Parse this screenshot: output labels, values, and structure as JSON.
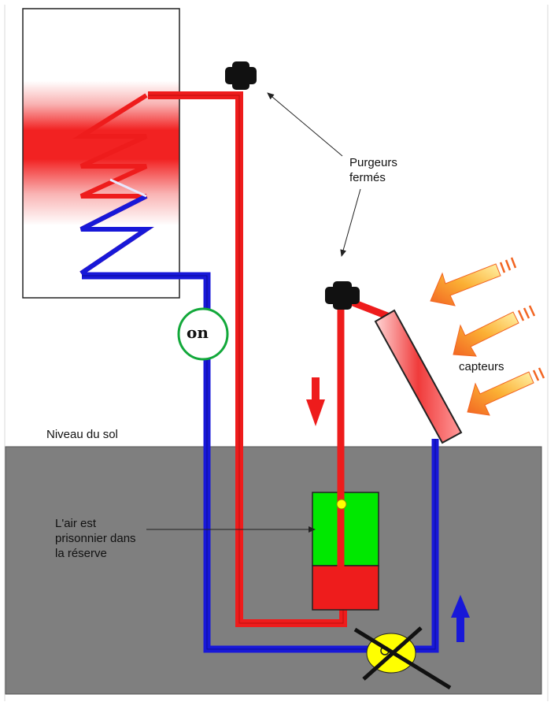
{
  "labels": {
    "purgeurs_line1": "Purgeurs",
    "purgeurs_line2": "fermés",
    "capteurs": "capteurs",
    "niveau_sol": "Niveau du sol",
    "air_line1": "L'air est",
    "air_line2": "prisonnier dans",
    "air_line3": "la réserve",
    "pump_state": "on"
  },
  "colors": {
    "hot_pipe": "#ee1c1c",
    "cold_pipe": "#1818d8",
    "ground": "#7f7f7f",
    "reserve_air": "#00e800",
    "reserve_water": "#ee1c1c",
    "pump": "#ffff00",
    "pump_ring": "#12a83a",
    "arrow_orange": "#f7941d"
  },
  "icons": {
    "air_vents": "cross-shaped-air-vent-icon",
    "flow_down": "red-arrow-down-icon",
    "flow_up": "blue-arrow-up-icon",
    "sun_rays": "sun-ray-arrow-icon",
    "pump_stopped": "cross-out-icon"
  }
}
